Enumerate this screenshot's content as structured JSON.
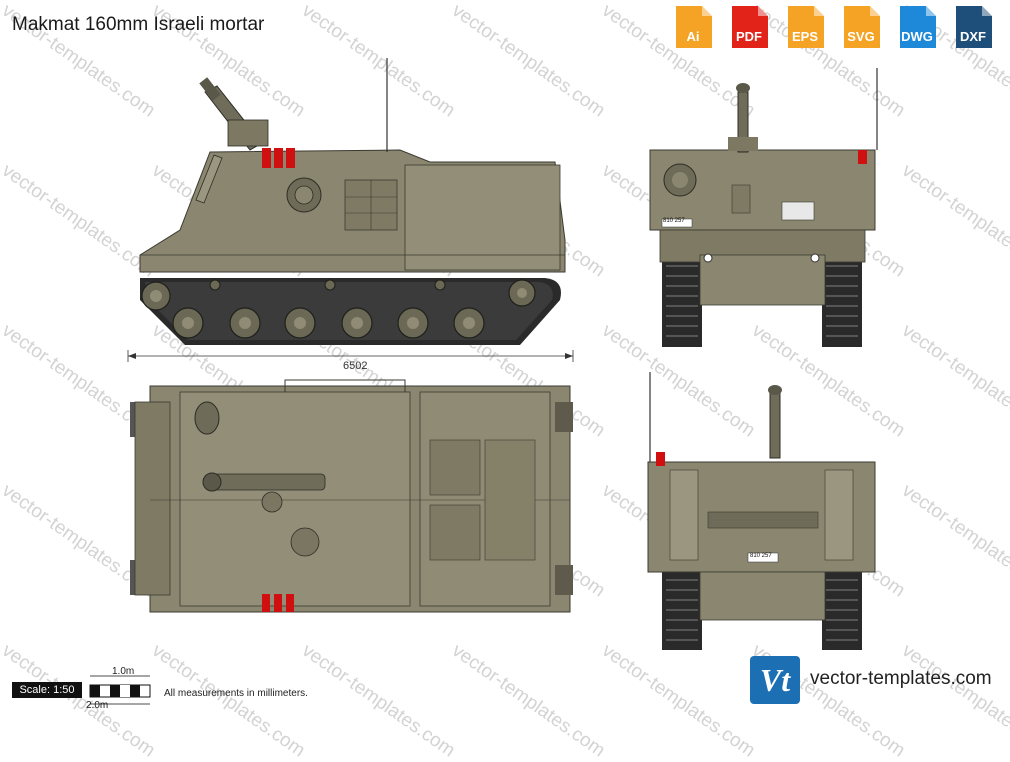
{
  "header": {
    "title": "Makmat 160mm Israeli mortar"
  },
  "formats": [
    {
      "label": "Ai",
      "color": "#f4a325"
    },
    {
      "label": "PDF",
      "color": "#e2231a"
    },
    {
      "label": "EPS",
      "color": "#f4a325"
    },
    {
      "label": "SVG",
      "color": "#f4a325"
    },
    {
      "label": "DWG",
      "color": "#1e88d9"
    },
    {
      "label": "DXF",
      "color": "#1e4f7a"
    }
  ],
  "watermark": {
    "text": "vector-templates.com"
  },
  "drawing": {
    "length_dimension": "6502",
    "plate_number": "810 257",
    "hull_color": "#8a8670",
    "track_color": "#2a2a2a"
  },
  "scale": {
    "label": "Scale: 1:50",
    "one_meter": "1.0m",
    "two_meter": "2.0m",
    "note": "All measurements in millimeters."
  },
  "brand": {
    "logo_text": "Vt",
    "site": "vector-templates.com"
  }
}
